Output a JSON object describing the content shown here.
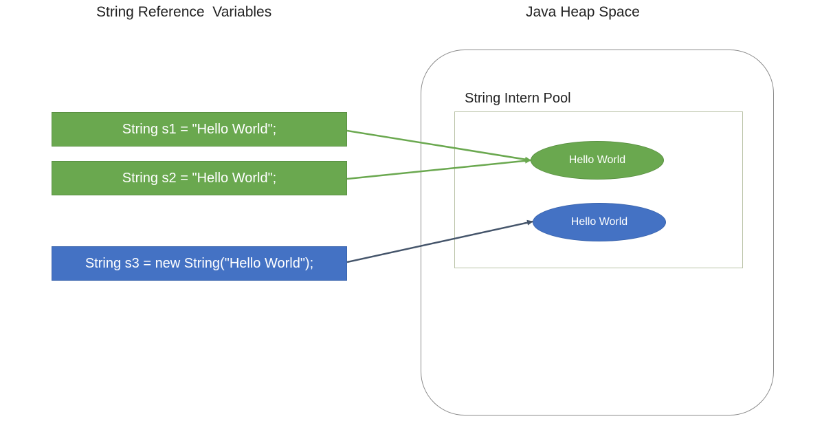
{
  "headings": {
    "left": "String Reference  Variables",
    "right": "Java Heap Space"
  },
  "pool": {
    "label": "String Intern Pool"
  },
  "references": [
    {
      "label": "String s1 = \"Hello World\";"
    },
    {
      "label": "String s2 = \"Hello World\";"
    },
    {
      "label": "String s3 = new String(\"Hello World\");"
    }
  ],
  "objects": {
    "pool_string": "Hello World",
    "heap_string": "Hello World"
  },
  "colors": {
    "pool_ref": "#6aa84f",
    "heap_ref": "#4472c4",
    "green_arrow": "#6aa84f",
    "blue_arrow": "#44546a"
  }
}
